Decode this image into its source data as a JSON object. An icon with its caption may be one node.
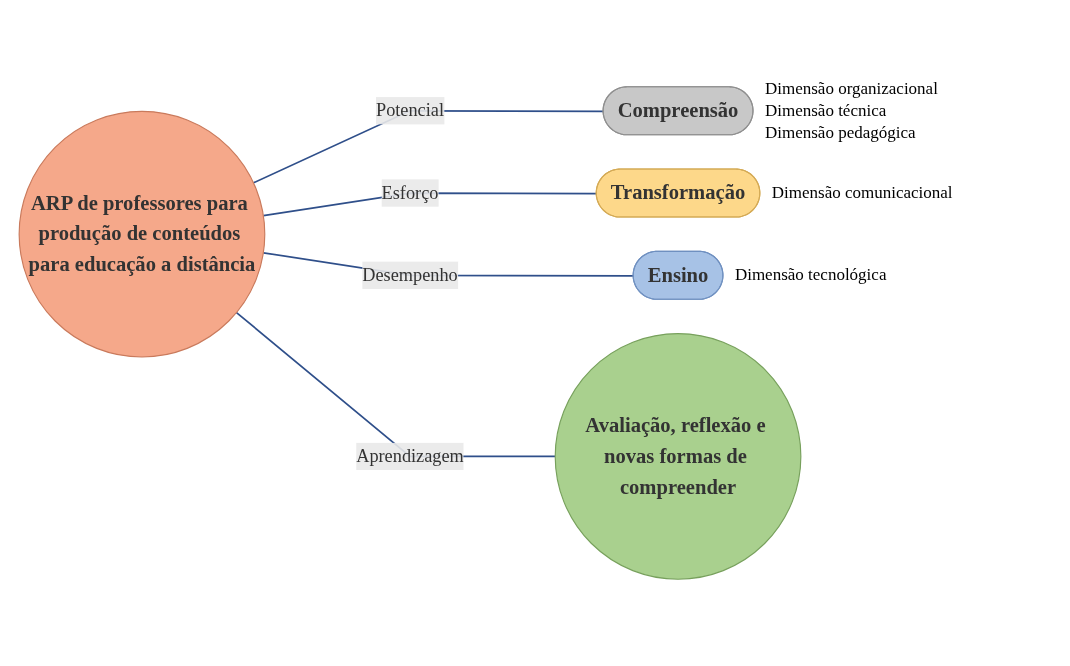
{
  "diagram": {
    "nodes": [
      {
        "text": [
          "ARP de professores para produção de conteúdos para educação a distância"
        ]
      },
      {
        "text": [
          "Compreensão"
        ],
        "beside": [
          "Dimensão organizacional",
          "Dimensão técnica",
          "Dimensão pedagógica"
        ]
      },
      {
        "text": [
          "Transformação"
        ],
        "beside": [
          "Dimensão comunicacional"
        ]
      },
      {
        "text": [
          "Ensino"
        ],
        "beside": [
          "Dimensão tecnológica"
        ]
      },
      {
        "text": [
          "Avaliação, reflexão e novas formas de compreender"
        ]
      }
    ],
    "edges": [
      {
        "from": 0,
        "to": 1,
        "arrow": "none",
        "label": "Potencial"
      },
      {
        "from": 0,
        "to": 2,
        "arrow": "none",
        "label": "Esforço"
      },
      {
        "from": 0,
        "to": 3,
        "arrow": "none",
        "label": "Desempenho"
      },
      {
        "from": 0,
        "to": 4,
        "arrow": "none",
        "label": "Aprendizagem"
      }
    ]
  }
}
